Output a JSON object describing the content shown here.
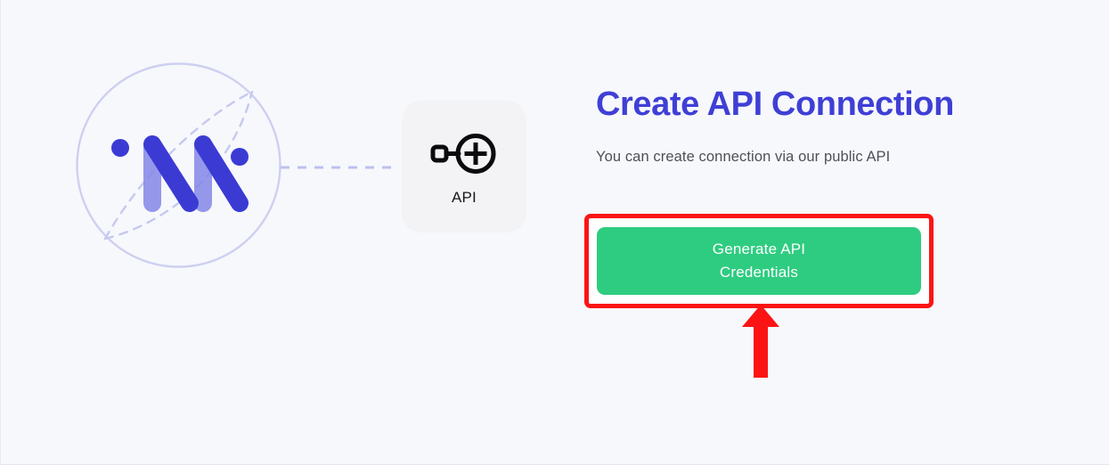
{
  "page": {
    "background_color": "#f7f8fc"
  },
  "illustration": {
    "name": "brand-logo-illustration",
    "circle_color": "#cdd0f0",
    "dash_color": "#c5c9ee",
    "mark_color_dark": "#3b3bd4",
    "mark_color_light": "#7e7fe4"
  },
  "connector": {
    "name": "dashed-connector",
    "color": "#bcc0ee"
  },
  "api_card": {
    "label": "API",
    "icon": "api-plug-plus-icon",
    "background_color": "#f3f3f5"
  },
  "content": {
    "heading": "Create API Connection",
    "heading_color": "#3f3fd6",
    "subtitle": "You can create connection via our public API",
    "subtitle_color": "#4e5058"
  },
  "cta": {
    "button_line1": "Generate API",
    "button_line2": "Credentials",
    "button_color": "#2ecc80",
    "button_text_color": "#ffffff"
  },
  "annotation": {
    "highlight_color": "#fc1414",
    "arrow": "up-arrow-icon",
    "arrow_color": "#fc1414"
  }
}
